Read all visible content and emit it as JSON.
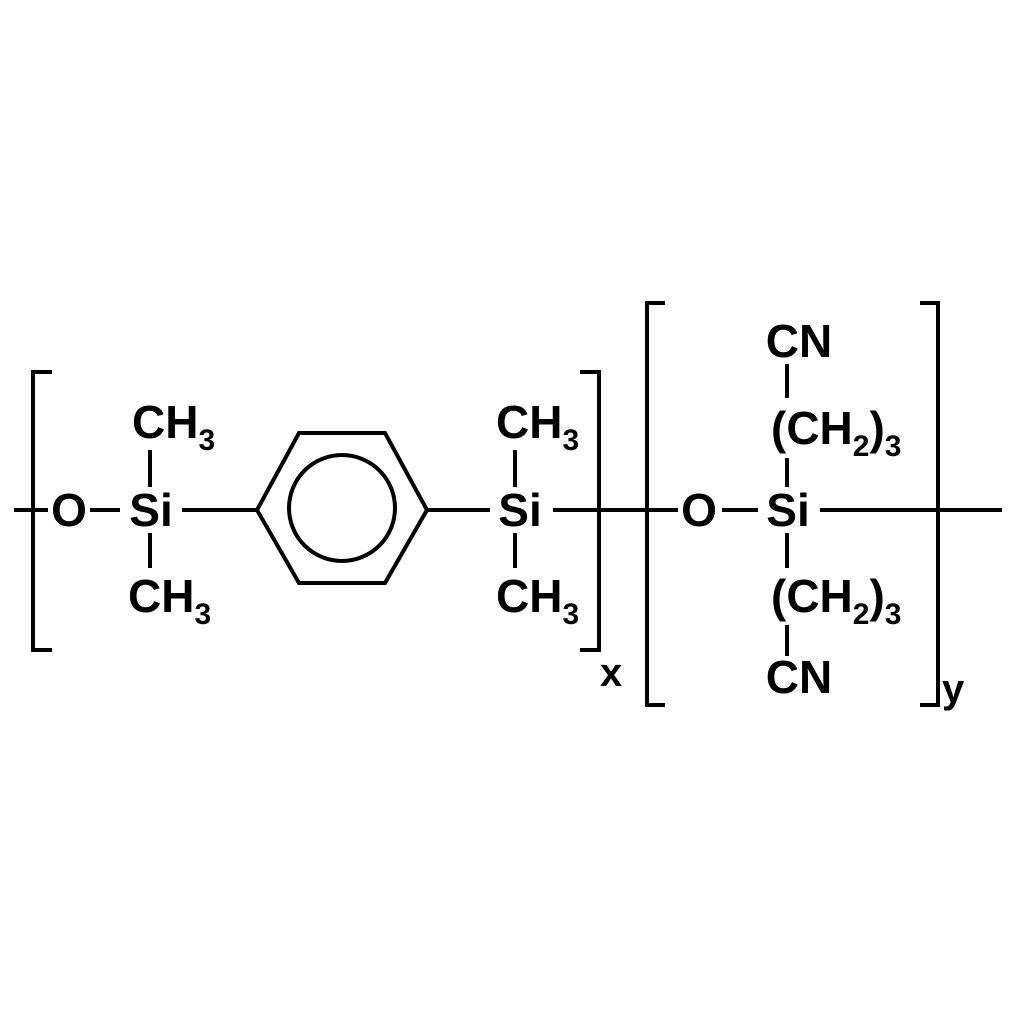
{
  "labels": {
    "o1": "O",
    "si1": "Si",
    "ch3_1_top": "CH",
    "ch3_1_top_sub": "3",
    "ch3_1_bot": "CH",
    "ch3_1_bot_sub": "3",
    "si2": "Si",
    "ch3_2_top": "CH",
    "ch3_2_top_sub": "3",
    "ch3_2_bot": "CH",
    "ch3_2_bot_sub": "3",
    "x_index": "x",
    "o2": "O",
    "si3": "Si",
    "cn_top": "CN",
    "chain_top_open": "(CH",
    "chain_top_sub2": "2",
    "chain_top_close": ")",
    "chain_top_sub3": "3",
    "chain_bot_open": "(CH",
    "chain_bot_sub2": "2",
    "chain_bot_close": ")",
    "chain_bot_sub3": "3",
    "cn_bot": "CN",
    "y_index": "y"
  }
}
